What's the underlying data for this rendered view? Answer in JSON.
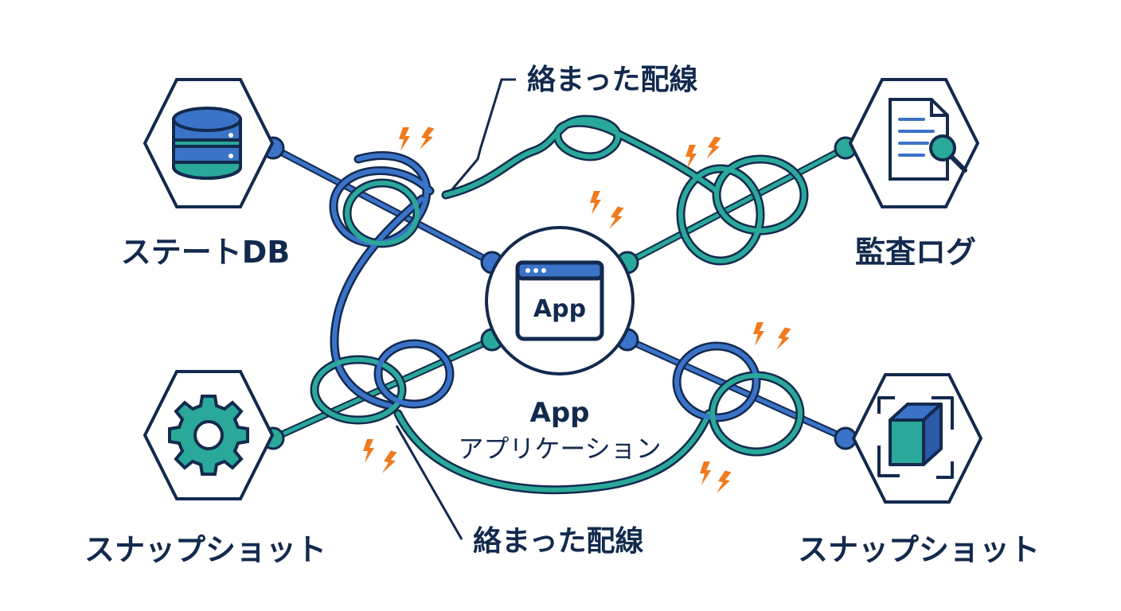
{
  "center": {
    "icon_text": "App",
    "label_title": "App",
    "label_sub": "アプリケーション"
  },
  "nodes": {
    "state_db": {
      "label": "ステートDB",
      "icon": "database-icon"
    },
    "audit_log": {
      "label": "監査ログ",
      "icon": "document-search-icon"
    },
    "snapshot_left": {
      "label": "スナップショット",
      "icon": "gear-icon"
    },
    "snapshot_right": {
      "label": "スナップショット",
      "icon": "cube-icon"
    }
  },
  "callouts": {
    "top": "絡まった配線",
    "bottom": "絡まった配線"
  },
  "colors": {
    "navy": "#132a4e",
    "blue": "#3a73c8",
    "teal": "#2aa89a",
    "spark": "#f07a1e"
  }
}
